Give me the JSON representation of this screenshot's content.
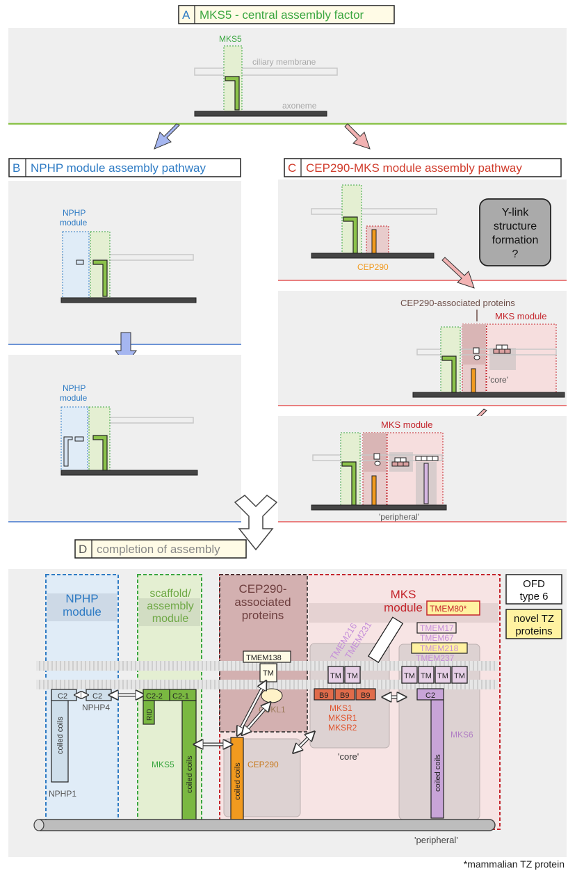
{
  "colors": {
    "panel_bg": "#efefef",
    "green": "#7ab841",
    "green_text": "#3aa640",
    "blue": "#2e7bc4",
    "blue_line": "#6d94d6",
    "red": "#d03b2b",
    "red_line": "#e98080",
    "orange": "#f19a1f",
    "mks_text": "#c4252c",
    "purple": "#b17fc4",
    "yellow": "#fff2a1"
  },
  "panelA": {
    "letter": "A",
    "title": "MKS5 - central assembly factor",
    "mks5": "MKS5",
    "ciliary_membrane": "ciliary membrane",
    "axoneme": "axoneme"
  },
  "panelB": {
    "letter": "B",
    "title": "NPHP module assembly pathway",
    "nphp_module_1": "NPHP\nmodule",
    "nphp_module_2": "NPHP\nmodule"
  },
  "panelC": {
    "letter": "C",
    "title": "CEP290-MKS module assembly pathway",
    "cep290": "CEP290",
    "ylink": "Y-link\nstructure\nformation\n?",
    "cep290_assoc": "CEP290-associated proteins",
    "mks_module_1": "MKS module",
    "core": "'core'",
    "mks_module_2": "MKS module",
    "peripheral": "'peripheral'"
  },
  "panelD": {
    "letter": "D",
    "title": "completion of assembly",
    "nphp_module": "NPHP\nmodule",
    "scaffold_module": "scaffold/\nassembly\nmodule",
    "cep290_assoc": "CEP290-\nassociated\nproteins",
    "mks_module": "MKS\nmodule",
    "ofd": "OFD\ntype 6",
    "novel_tz": "novel TZ\nproteins",
    "tmem80": "TMEM80*",
    "tmem17": "TMEM17",
    "tmem67": "TMEM67",
    "tmem218": "TMEM218",
    "tmem237": "TMEM237",
    "tmem216": "TMEM216",
    "tmem231": "TMEM231",
    "tmem138": "TMEM138",
    "tm": "TM",
    "c2": "C2",
    "c2_2": "C2-2",
    "c2_1": "C2-1",
    "rid": "RID",
    "nphp4": "NPHP4",
    "nphp1": "NPHP1",
    "coiled_coils": "coiled coils",
    "mks5": "MKS5",
    "cdkl1": "CDKL1",
    "cep290": "CEP290",
    "b9": "B9",
    "mks1": "MKS1",
    "mksr1": "MKSR1",
    "mksr2": "MKSR2",
    "core": "'core'",
    "mks6": "MKS6",
    "peripheral": "'peripheral'"
  },
  "footnote": "*mammalian TZ protein"
}
